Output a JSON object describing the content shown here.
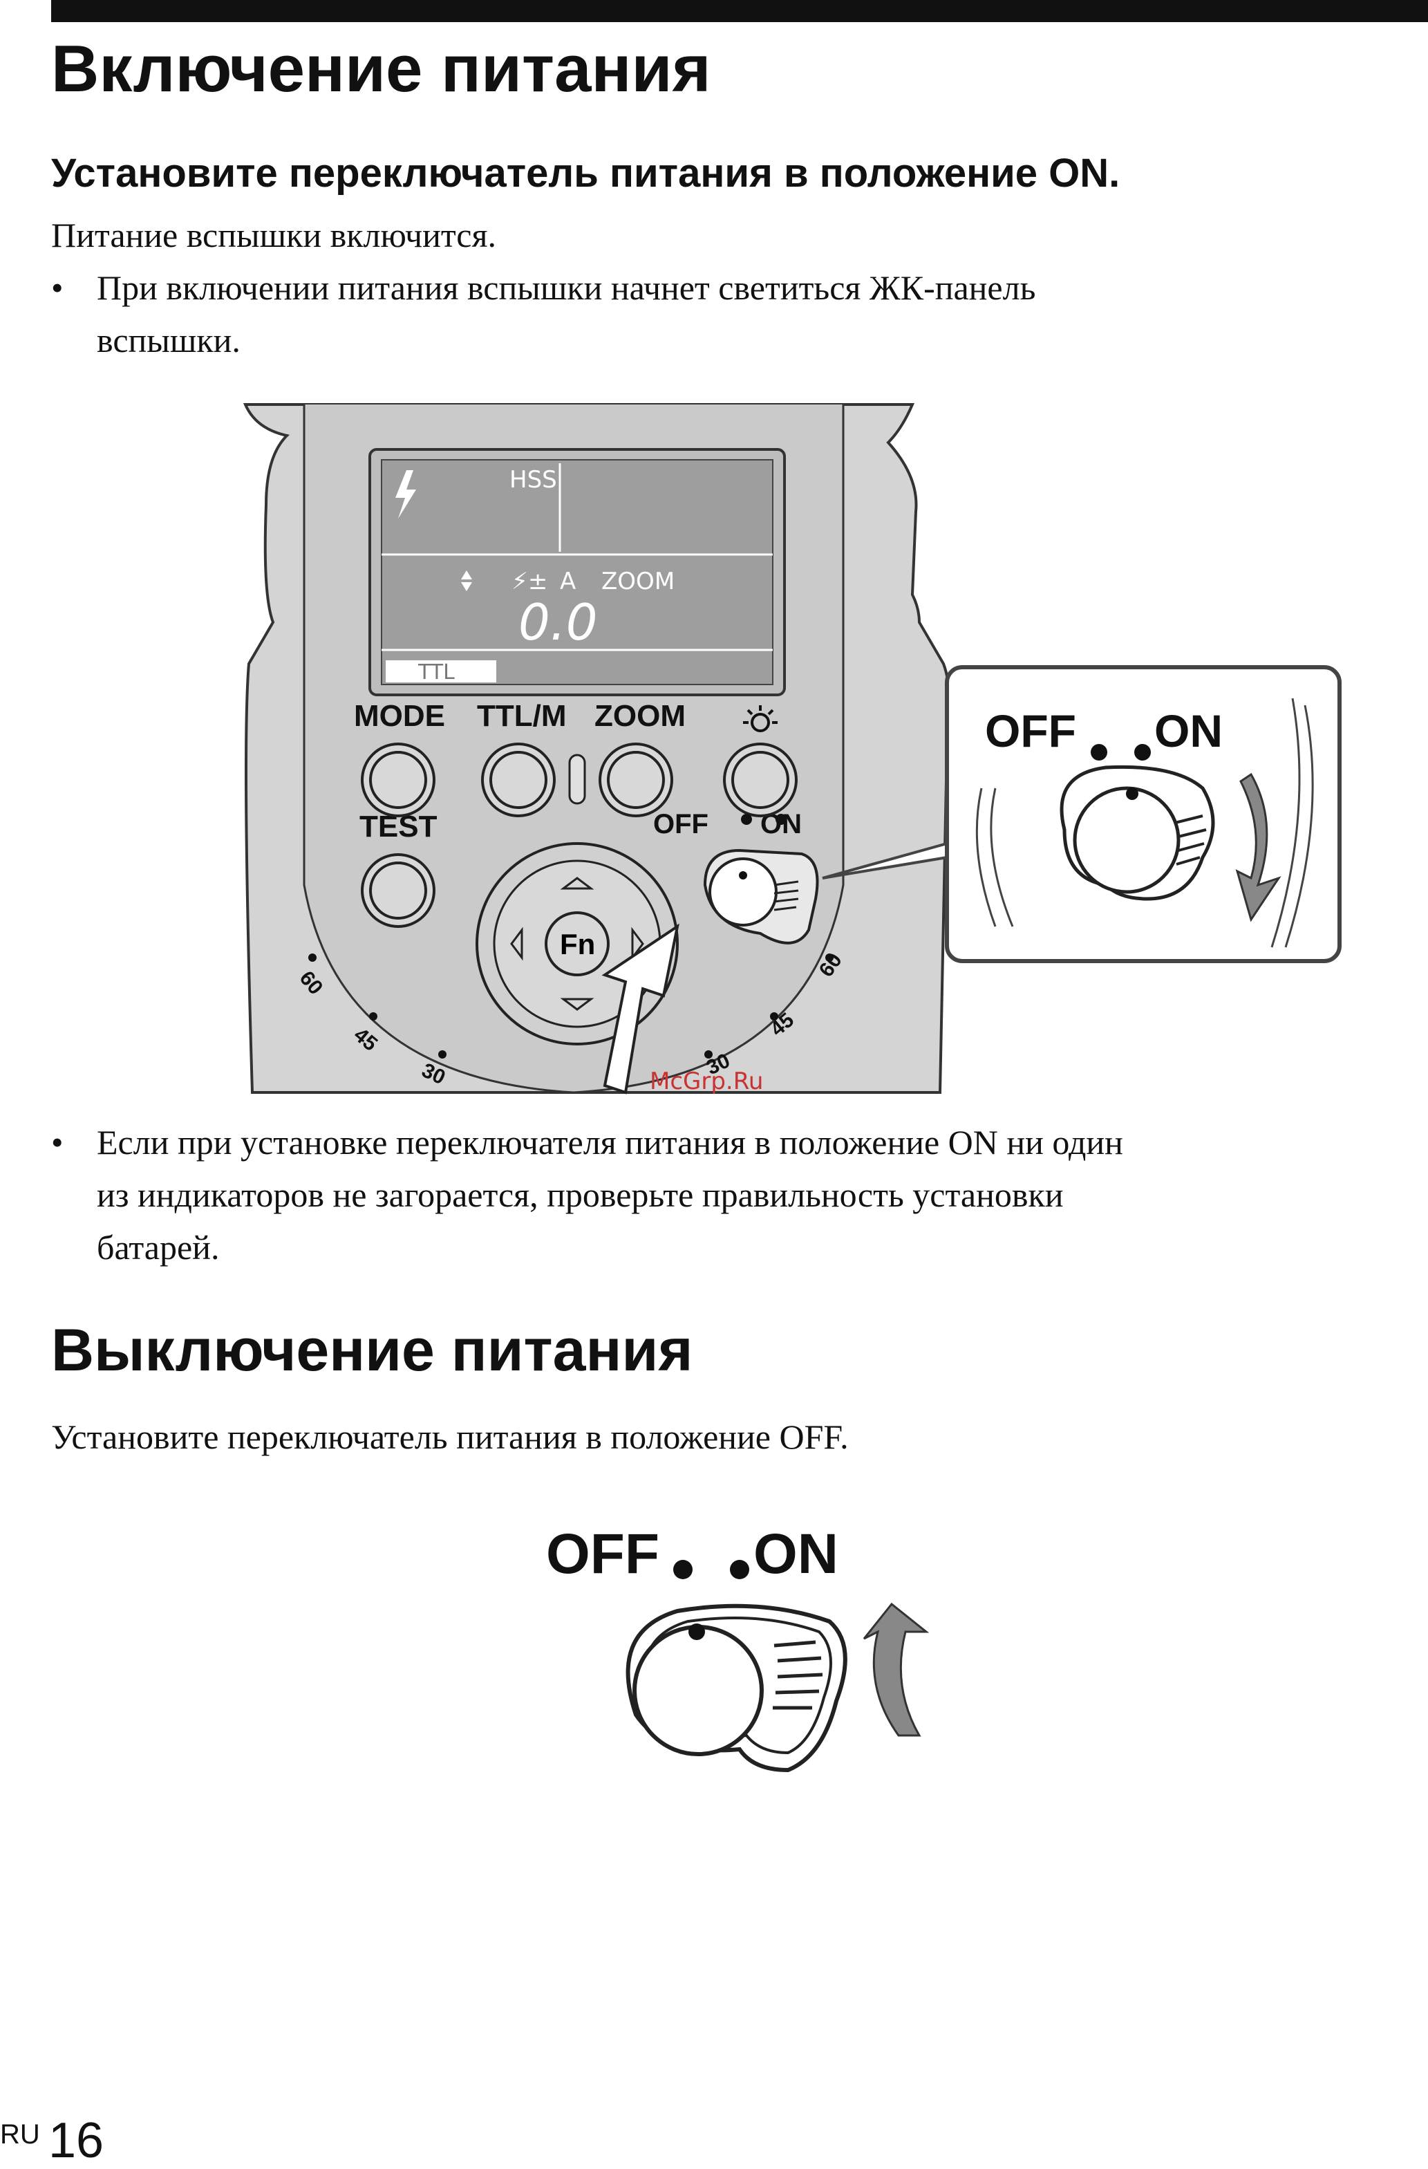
{
  "section1": {
    "title": "Включение питания",
    "step": "Установите переключатель питания в положение ON.",
    "result": "Питание вспышки включится.",
    "bullet1_line1": "При включении питания вспышки начнет светиться ЖК-панель",
    "bullet1_line2": "вспышки.",
    "bullet2_line1": "Если при установке переключателя питания в положение ON ни один",
    "bullet2_line2": "из индикаторов не загорается, проверьте правильность установки",
    "bullet2_line3": "батарей."
  },
  "bullet_char": "•",
  "figure1": {
    "lcd": {
      "hss": "HSS",
      "mode_a": "A",
      "zoom": "ZOOM",
      "value": "0.0",
      "ttl": "TTL"
    },
    "buttons": {
      "mode": "MODE",
      "ttlm": "TTL/M",
      "zoom": "ZOOM",
      "test": "TEST",
      "fn": "Fn"
    },
    "switch": {
      "off": "OFF",
      "on": "ON"
    },
    "scale_left": [
      "60",
      "45",
      "30"
    ],
    "scale_right": [
      "60",
      "45",
      "30"
    ],
    "watermark": "McGrp.Ru"
  },
  "section2": {
    "title": "Выключение питания",
    "text": "Установите переключатель питания в положение OFF."
  },
  "figure2": {
    "off": "OFF",
    "on": "ON"
  },
  "footer": {
    "lang": "RU",
    "page": "16"
  }
}
